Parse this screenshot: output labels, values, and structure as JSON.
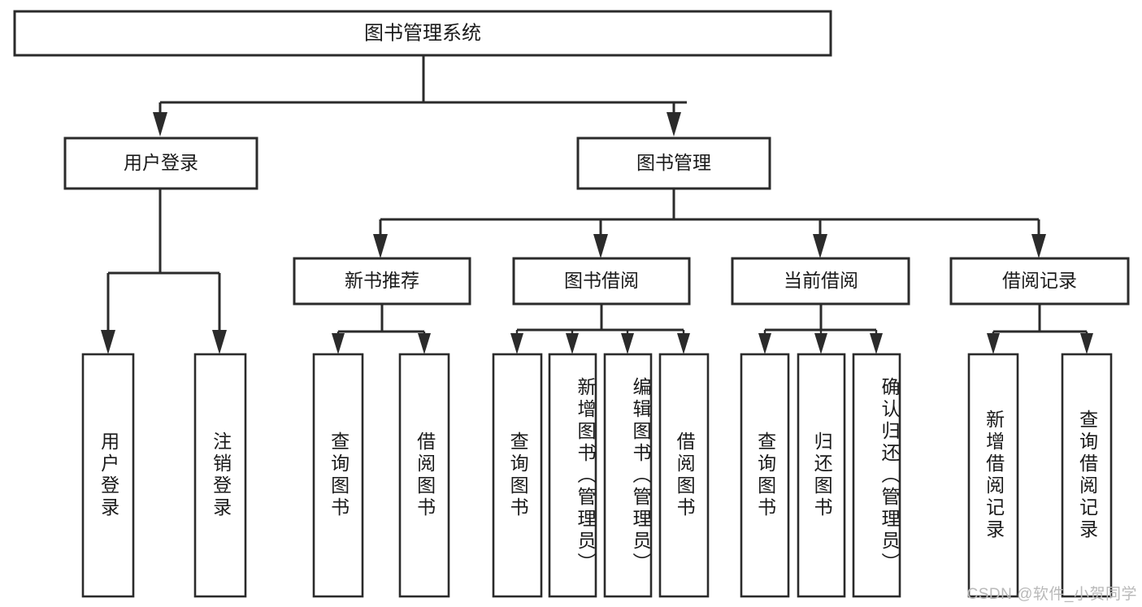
{
  "diagram": {
    "type": "tree",
    "title": "图书管理系统",
    "watermark": "CSDN @软件_小贺同学",
    "colors": {
      "box_stroke": "#2b2b2b",
      "box_fill": "#ffffff",
      "text": "#1a1a1a",
      "background": "#ffffff",
      "watermark": "#b9b9b9"
    },
    "levels": {
      "root": {
        "label": "图书管理系统"
      },
      "level2": [
        {
          "label": "用户登录"
        },
        {
          "label": "图书管理"
        }
      ],
      "level3": [
        {
          "label": "新书推荐"
        },
        {
          "label": "图书借阅"
        },
        {
          "label": "当前借阅"
        },
        {
          "label": "借阅记录"
        }
      ]
    },
    "leaves": {
      "user_login": [
        {
          "label": "用户登录"
        },
        {
          "label": "注销登录"
        }
      ],
      "new_book_recommend": [
        {
          "label": "查询图书"
        },
        {
          "label": "借阅图书"
        }
      ],
      "book_borrow": [
        {
          "label": "查询图书"
        },
        {
          "label": "新增图书（管理员）"
        },
        {
          "label": "编辑图书（管理员）"
        },
        {
          "label": "借阅图书"
        }
      ],
      "current_borrow": [
        {
          "label": "查询图书"
        },
        {
          "label": "归还图书"
        },
        {
          "label": "确认归还（管理员）"
        }
      ],
      "borrow_record": [
        {
          "label": "新增借阅记录"
        },
        {
          "label": "查询借阅记录"
        }
      ]
    },
    "hierarchy": [
      {
        "label": "图书管理系统",
        "children": [
          {
            "label": "用户登录",
            "children": [
              {
                "label": "用户登录"
              },
              {
                "label": "注销登录"
              }
            ]
          },
          {
            "label": "图书管理",
            "children": [
              {
                "label": "新书推荐",
                "children": [
                  {
                    "label": "查询图书"
                  },
                  {
                    "label": "借阅图书"
                  }
                ]
              },
              {
                "label": "图书借阅",
                "children": [
                  {
                    "label": "查询图书"
                  },
                  {
                    "label": "新增图书（管理员）"
                  },
                  {
                    "label": "编辑图书（管理员）"
                  },
                  {
                    "label": "借阅图书"
                  }
                ]
              },
              {
                "label": "当前借阅",
                "children": [
                  {
                    "label": "查询图书"
                  },
                  {
                    "label": "归还图书"
                  },
                  {
                    "label": "确认归还（管理员）"
                  }
                ]
              },
              {
                "label": "借阅记录",
                "children": [
                  {
                    "label": "新增借阅记录"
                  },
                  {
                    "label": "查询借阅记录"
                  }
                ]
              }
            ]
          }
        ]
      }
    ]
  }
}
